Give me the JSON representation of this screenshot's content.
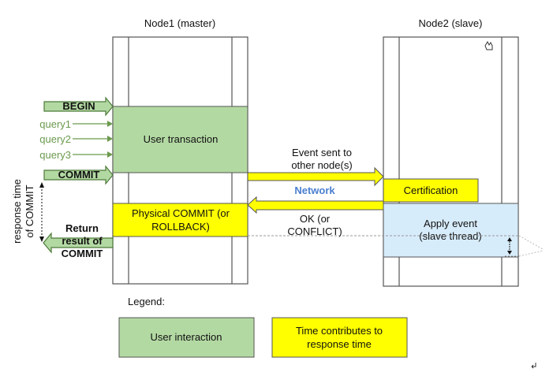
{
  "nodes": {
    "node1_title": "Node1 (master)",
    "node2_title": "Node2 (slave)"
  },
  "inputs": {
    "begin": "BEGIN",
    "query1": "query1",
    "query2": "query2",
    "query3": "query3",
    "commit": "COMMIT"
  },
  "master": {
    "user_transaction": "User transaction",
    "physical_commit_line1": "Physical COMMIT (or",
    "physical_commit_line2": "ROLLBACK)"
  },
  "slave": {
    "certification": "Certification",
    "apply_event_line1": "Apply event",
    "apply_event_line2": "(slave thread)"
  },
  "messages": {
    "event_sent_line1": "Event sent to",
    "event_sent_line2": "other node(s)",
    "network": "Network",
    "ok_line1": "OK (or",
    "ok_line2": "CONFLICT)"
  },
  "output": {
    "return_line1": "Return",
    "return_line2": "result of",
    "return_line3": "COMMIT"
  },
  "response_time": {
    "line1": "response time",
    "line2": "of COMMIT"
  },
  "legend": {
    "title": "Legend:",
    "user_interaction": "User interaction",
    "time_line1": "Time contributes to",
    "time_line2": "response time"
  },
  "colors": {
    "green_fill": "#b3d9a3",
    "green_stroke": "#4d7a3a",
    "yellow_fill": "#ffff00",
    "blue_fill": "#d7ecfb",
    "network_text": "#4a7fd0",
    "query_text": "#6c9a4e"
  }
}
